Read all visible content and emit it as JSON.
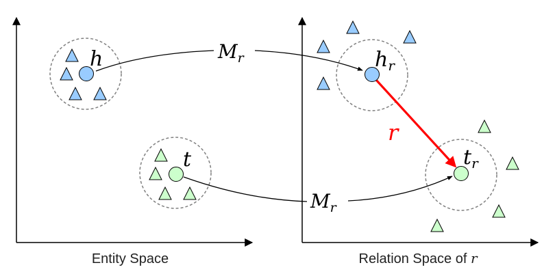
{
  "colors": {
    "head_fill": "#99ccff",
    "tail_fill": "#ccffcc",
    "stroke": "#000000",
    "dashed": "#808080",
    "relation": "#ff0000"
  },
  "entity_space": {
    "caption": "Entity Space",
    "head_label": "h",
    "tail_label": "t"
  },
  "relation_space": {
    "caption_prefix": "Relation Space of ",
    "caption_var": "r",
    "head_label": "h",
    "head_sub": "r",
    "tail_label": "t",
    "tail_sub": "r",
    "relation_label": "r"
  },
  "mappings": {
    "top": {
      "label": "M",
      "sub": "r"
    },
    "bottom": {
      "label": "M",
      "sub": "r"
    }
  }
}
